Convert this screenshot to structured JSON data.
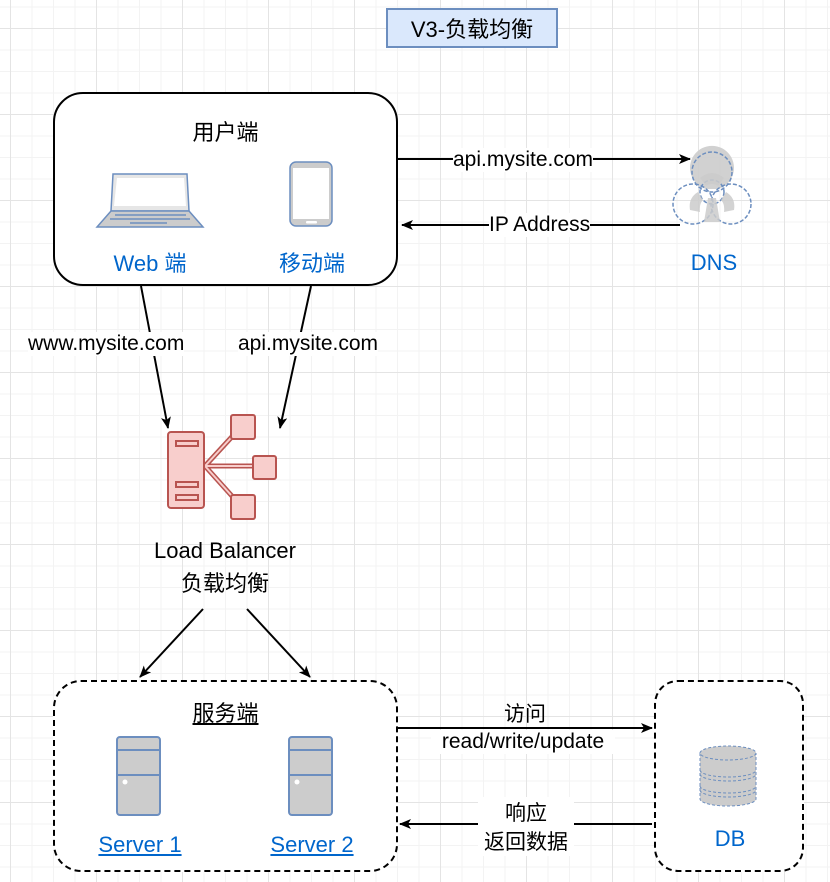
{
  "title": "V3-负载均衡",
  "client": {
    "group_label": "用户端",
    "web_label": "Web 端",
    "mobile_label": "移动端"
  },
  "dns": {
    "label": "DNS",
    "request_label": "api.mysite.com",
    "response_label": "IP Address"
  },
  "edges": {
    "web_to_lb": "www.mysite.com",
    "mobile_to_lb": "api.mysite.com"
  },
  "load_balancer": {
    "label_en": "Load Balancer",
    "label_zh": "负载均衡"
  },
  "server_group": {
    "label": "服务端",
    "servers": [
      {
        "label": "Server 1"
      },
      {
        "label": "Server 2"
      }
    ]
  },
  "db": {
    "label": "DB",
    "request_line1": "访问",
    "request_line2": "read/write/update",
    "response_line1": "响应",
    "response_line2": "返回数据"
  },
  "colors": {
    "icon_stroke": "#6c8ebf",
    "icon_fill": "#cccccc",
    "lb_stroke": "#b85450",
    "lb_fill": "#f8cecc",
    "title_fill": "#dae8fc",
    "link_blue": "#0066cc"
  }
}
